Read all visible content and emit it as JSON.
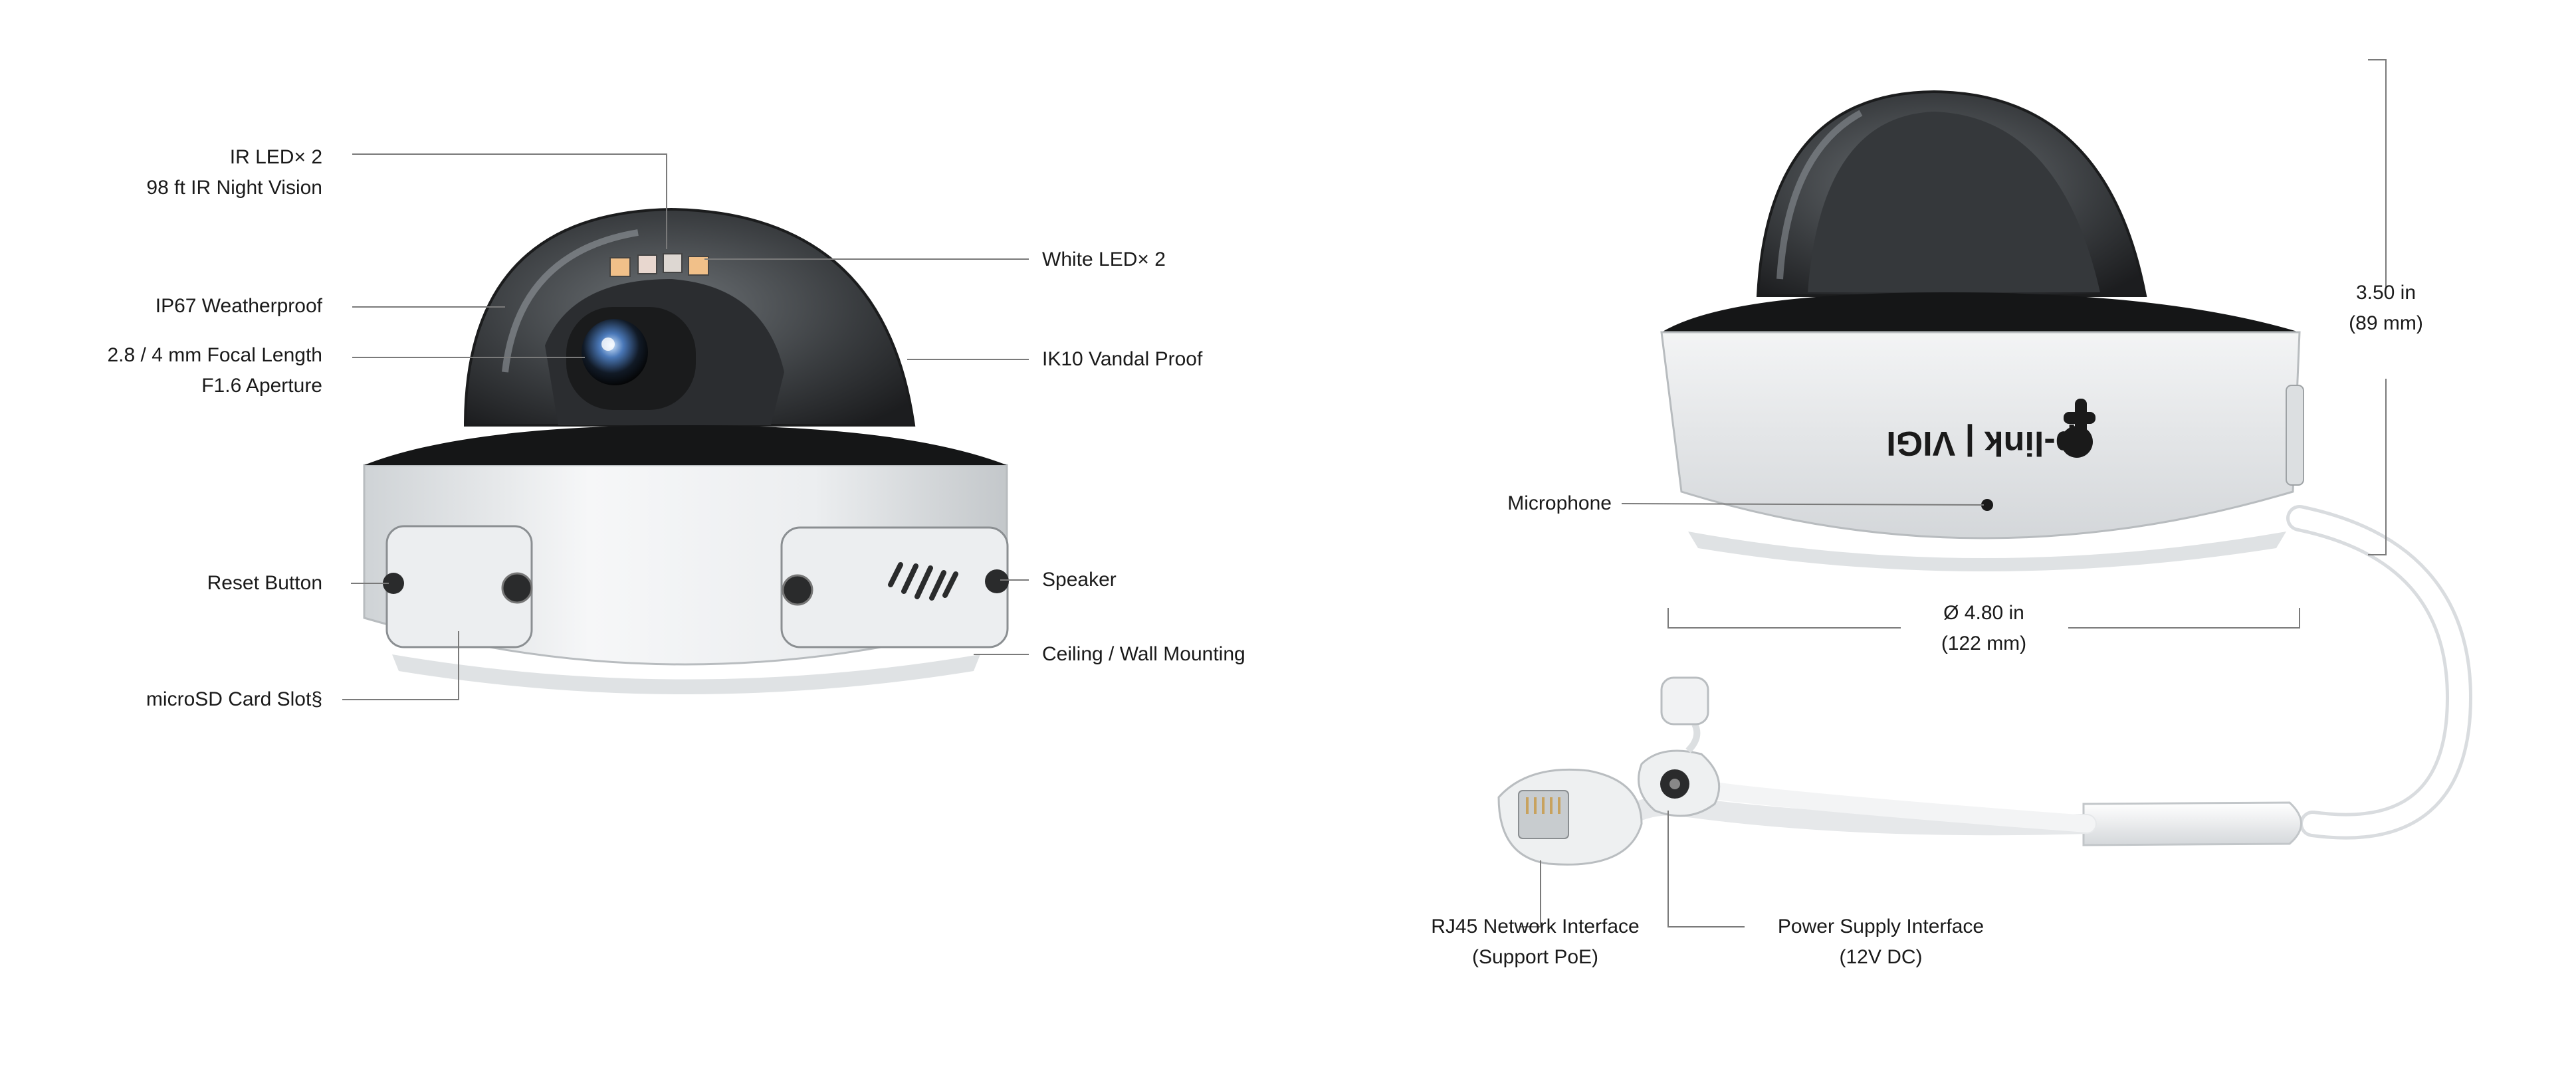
{
  "callouts_left": {
    "ir_led": {
      "line1": "IR LED× 2",
      "line2": "98 ft IR Night Vision"
    },
    "ip67": "IP67 Weatherproof",
    "focal": {
      "line1": "2.8 / 4 mm Focal Length",
      "line2": "F1.6 Aperture"
    },
    "reset": "Reset Button",
    "microsd": "microSD Card Slot§",
    "white_led": "White LED× 2",
    "ik10": "IK10 Vandal Proof",
    "speaker": "Speaker",
    "mounting": "Ceiling / Wall Mounting"
  },
  "callouts_right": {
    "microphone": "Microphone",
    "height": {
      "line1": "3.50 in",
      "line2": "(89 mm)"
    },
    "diameter": {
      "line1": "Ø 4.80 in",
      "line2": "(122 mm)"
    },
    "rj45": {
      "line1": "RJ45 Network Interface",
      "line2": "(Support PoE)"
    },
    "power": {
      "line1": "Power Supply Interface",
      "line2": "(12V DC)"
    }
  },
  "brand": {
    "logo_text": "tp-link | VIGI"
  },
  "colors": {
    "body": "#eef0f1",
    "dome": "#2a2c2e",
    "line": "#7a7a7a",
    "text": "#1a1a1a"
  }
}
